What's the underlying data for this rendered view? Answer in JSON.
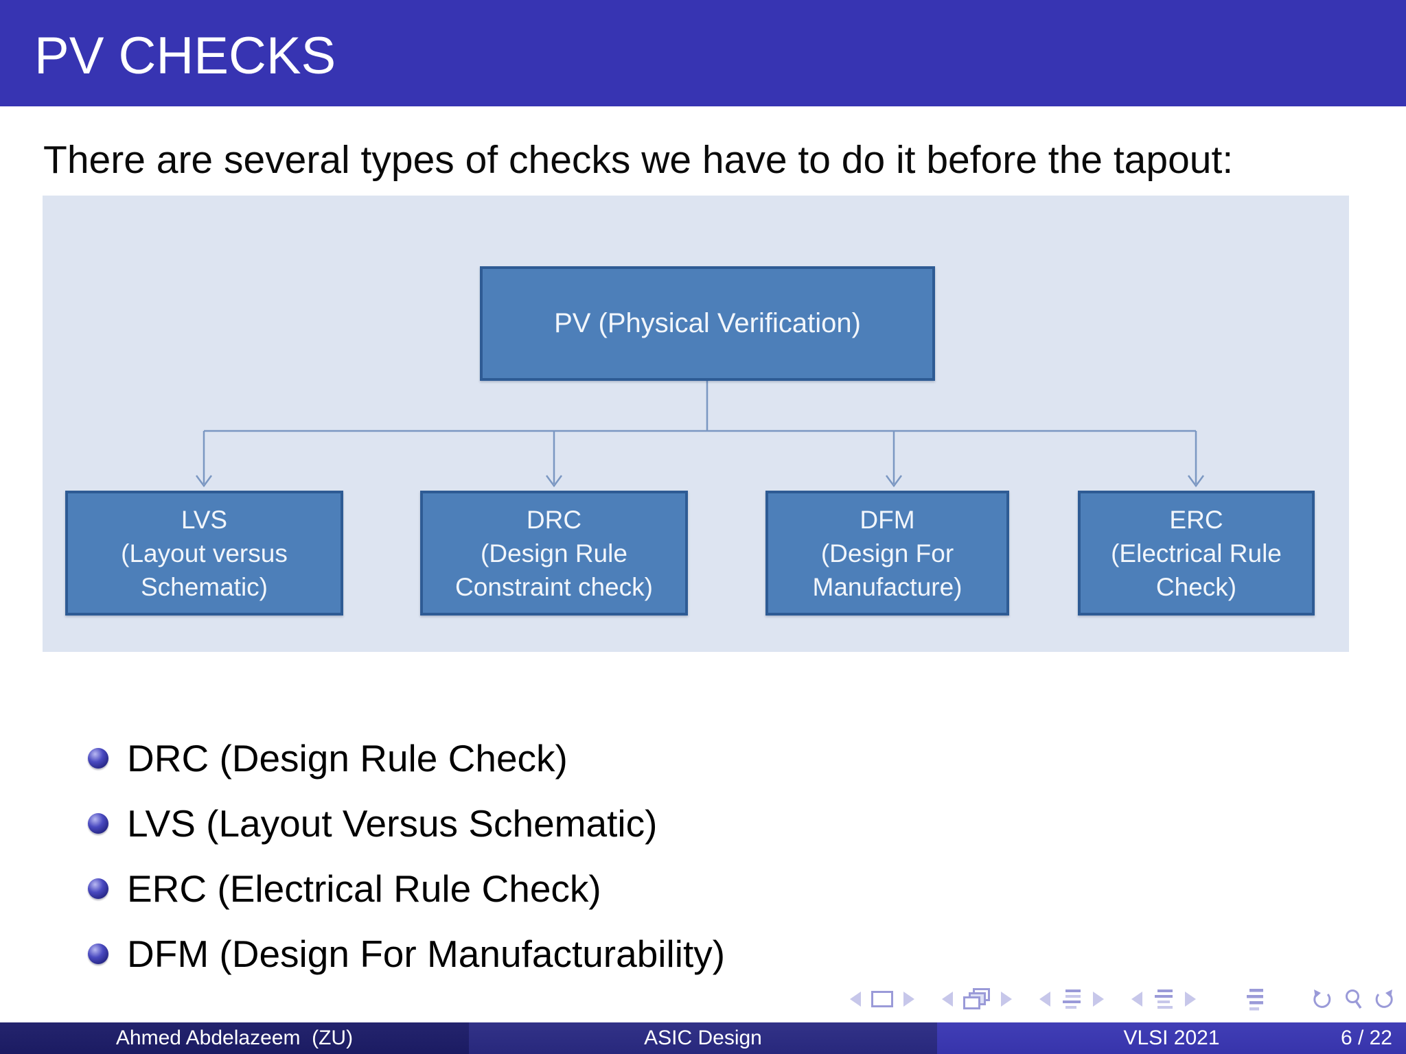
{
  "slide": {
    "title": "PV CHECKS",
    "intro": "There are several types of checks we have to do it before the tapout:"
  },
  "diagram": {
    "root": "PV (Physical Verification)",
    "children": [
      {
        "text": "LVS\n(Layout versus\nSchematic)"
      },
      {
        "text": "DRC\n(Design Rule\nConstraint check)"
      },
      {
        "text": "DFM\n(Design For\nManufacture)"
      },
      {
        "text": "ERC\n(Electrical Rule\nCheck)"
      }
    ]
  },
  "bullets": [
    "DRC (Design Rule Check)",
    "LVS (Layout Versus Schematic)",
    "ERC (Electrical Rule Check)",
    "DFM (Design For Manufacturability)"
  ],
  "footer": {
    "author": "Ahmed Abdelazeem  (ZU)",
    "course": "ASIC Design",
    "venue": "VLSI 2021",
    "page": "6 / 22"
  },
  "nav": {
    "icons": [
      "prev-slide",
      "slide",
      "next-slide",
      "prev-frame",
      "frames",
      "next-frame",
      "prev-subsection",
      "subsection-list",
      "next-subsection",
      "prev-section",
      "section-list",
      "next-section",
      "toc",
      "undo",
      "search",
      "redo"
    ]
  },
  "colors": {
    "header_bg": "#3734b2",
    "panel_bg": "#dde4f1",
    "node_fill": "#4d7fb9",
    "node_border": "#2e5b94",
    "connector": "#7b97c2",
    "footer_left_bg": "#1b1b62",
    "footer_mid_bg": "#28287c",
    "footer_right_bg": "#3734ab",
    "nav_symbol": "#9a9ad8",
    "nav_symbol_light": "#c7c7ea"
  }
}
